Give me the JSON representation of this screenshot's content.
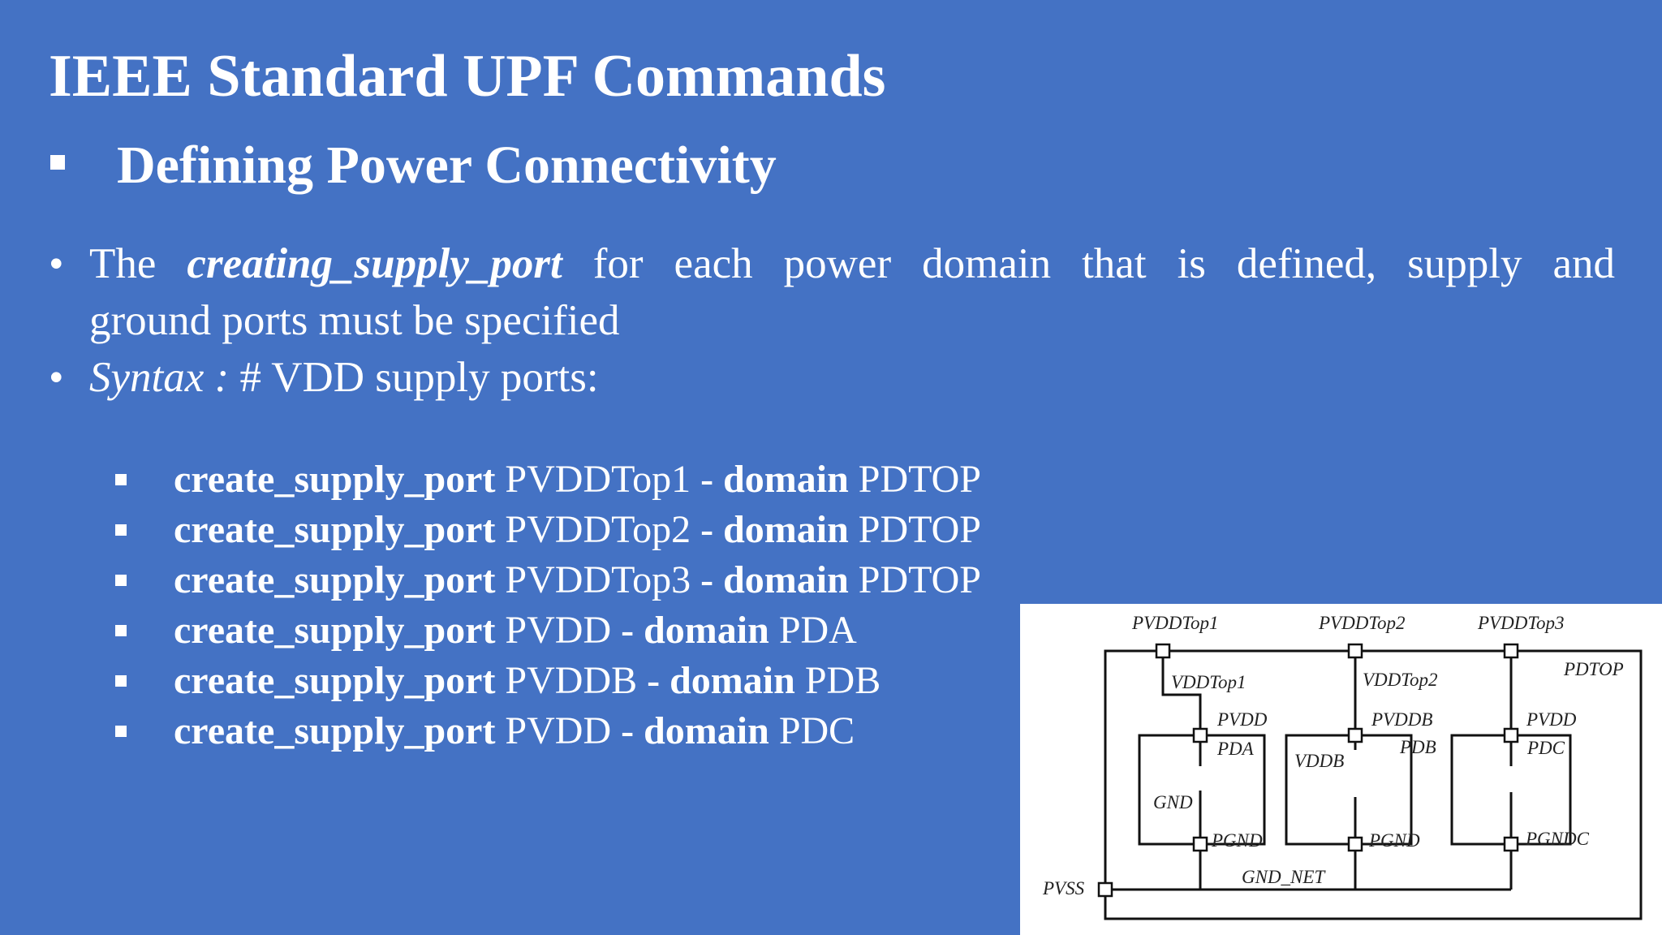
{
  "title": "IEEE Standard UPF Commands",
  "subtitle": "Defining Power Connectivity",
  "bullets": {
    "b1_prefix": "The",
    "b1_em": "creating_supply_port",
    "b1_line1_rest": "for each power domain that is defined, supply and",
    "b1_line2": "ground ports must be specified",
    "b2_em": "Syntax :",
    "b2_rest": " # VDD supply ports:"
  },
  "commands": [
    {
      "cmd": "create_supply_port",
      "port": "PVDDTop1",
      "opt": "- domain",
      "domain": "PDTOP"
    },
    {
      "cmd": "create_supply_port",
      "port": "PVDDTop2",
      "opt": "- domain",
      "domain": "PDTOP"
    },
    {
      "cmd": "create_supply_port",
      "port": "PVDDTop3",
      "opt": "- domain",
      "domain": "PDTOP"
    },
    {
      "cmd": "create_supply_port",
      "port": "PVDD",
      "opt": "- domain",
      "domain": "PDA"
    },
    {
      "cmd": "create_supply_port",
      "port": "PVDDB",
      "opt": "- domain",
      "domain": "PDB"
    },
    {
      "cmd": "create_supply_port",
      "port": "PVDD",
      "opt": "- domain",
      "domain": "PDC"
    }
  ],
  "diagram": {
    "top_ports": [
      "PVDDTop1",
      "PVDDTop2",
      "PVDDTop3"
    ],
    "top_domain": "PDTOP",
    "nets": [
      "VDDTop1",
      "VDDTop2"
    ],
    "domain_a": {
      "port_vdd": "PVDD",
      "name": "PDA",
      "gnd": "GND",
      "port_gnd": "PGND"
    },
    "domain_b": {
      "port_vdd": "PVDDB",
      "name": "PDB",
      "vdd": "VDDB",
      "port_gnd": "PGND"
    },
    "domain_c": {
      "port_vdd": "PVDD",
      "name": "PDC",
      "port_gnd": "PGNDC"
    },
    "gnd_net": "GND_NET",
    "pvss": "PVSS"
  }
}
